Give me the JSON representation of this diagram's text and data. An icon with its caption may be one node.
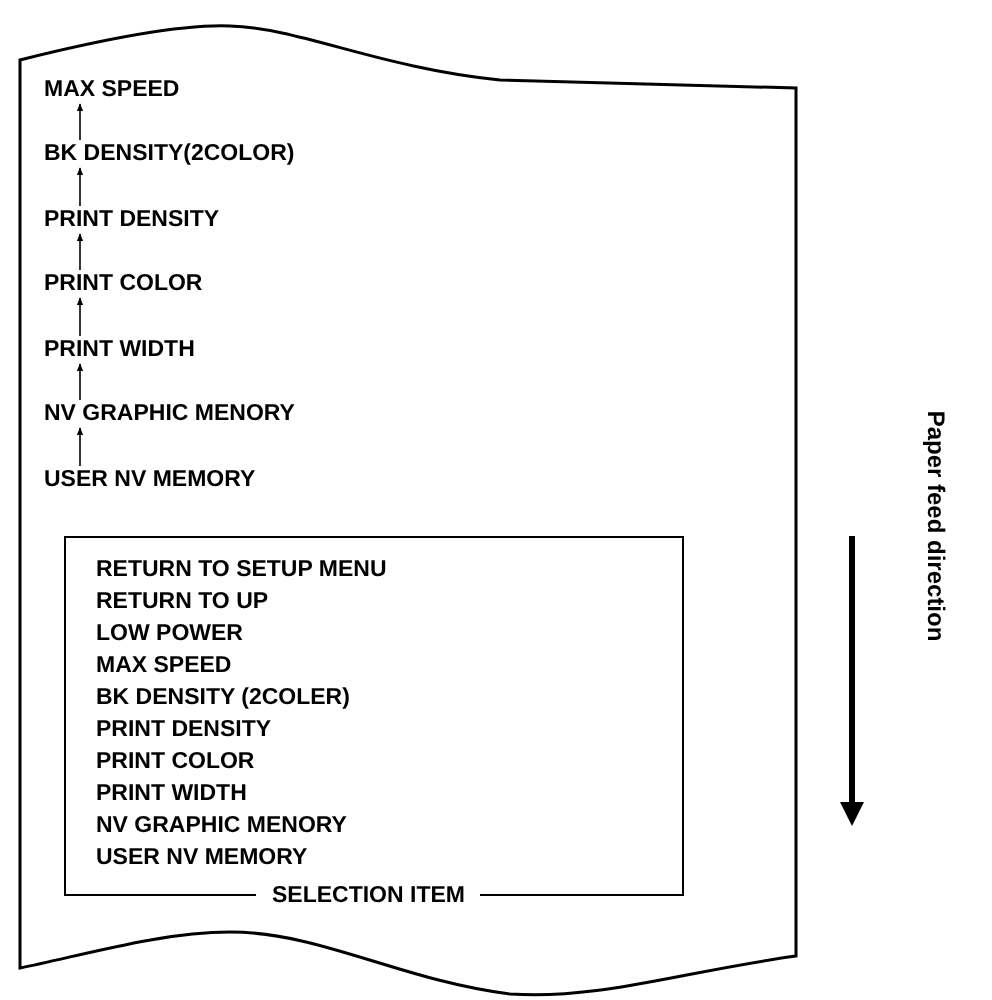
{
  "diagram": {
    "nodes": [
      {
        "text": [],
        "shape": "box"
      },
      {
        "text": [
          "MAX SPEED"
        ],
        "in": 0
      },
      {
        "text": [
          "BK DENSITY(2COLOR)"
        ],
        "in": 0
      },
      {
        "text": [
          "PRINT DENSITY"
        ],
        "in": 0
      },
      {
        "text": [
          "PRINT COLOR"
        ],
        "in": 0
      },
      {
        "text": [
          "PRINT WIDTH"
        ],
        "in": 0
      },
      {
        "text": [
          "NV GRAPHIC MENORY"
        ],
        "in": 0
      },
      {
        "text": [
          "USER NV MEMORY"
        ],
        "in": 0
      },
      {
        "text": [
          "RETURN TO SETUP MENU",
          "RETURN TO UP",
          "LOW POWER",
          "MAX SPEED",
          "BK DENSITY (2COLER)",
          "PRINT DENSITY",
          "PRINT COLOR",
          "PRINT WIDTH",
          "NV GRAPHIC MENORY",
          "USER NV MEMORY",
          "SELECTION ITEM"
        ],
        "in": 0
      }
    ],
    "edges": [
      {
        "from": 2,
        "to": 1,
        "arrow": "to"
      },
      {
        "from": 3,
        "to": 2,
        "arrow": "to"
      },
      {
        "from": 4,
        "to": 3,
        "arrow": "to"
      },
      {
        "from": 5,
        "to": 4,
        "arrow": "to"
      },
      {
        "from": 6,
        "to": 5,
        "arrow": "to"
      },
      {
        "from": 7,
        "to": 6,
        "arrow": "to"
      }
    ],
    "labels": [
      "Paper feed direction"
    ]
  }
}
